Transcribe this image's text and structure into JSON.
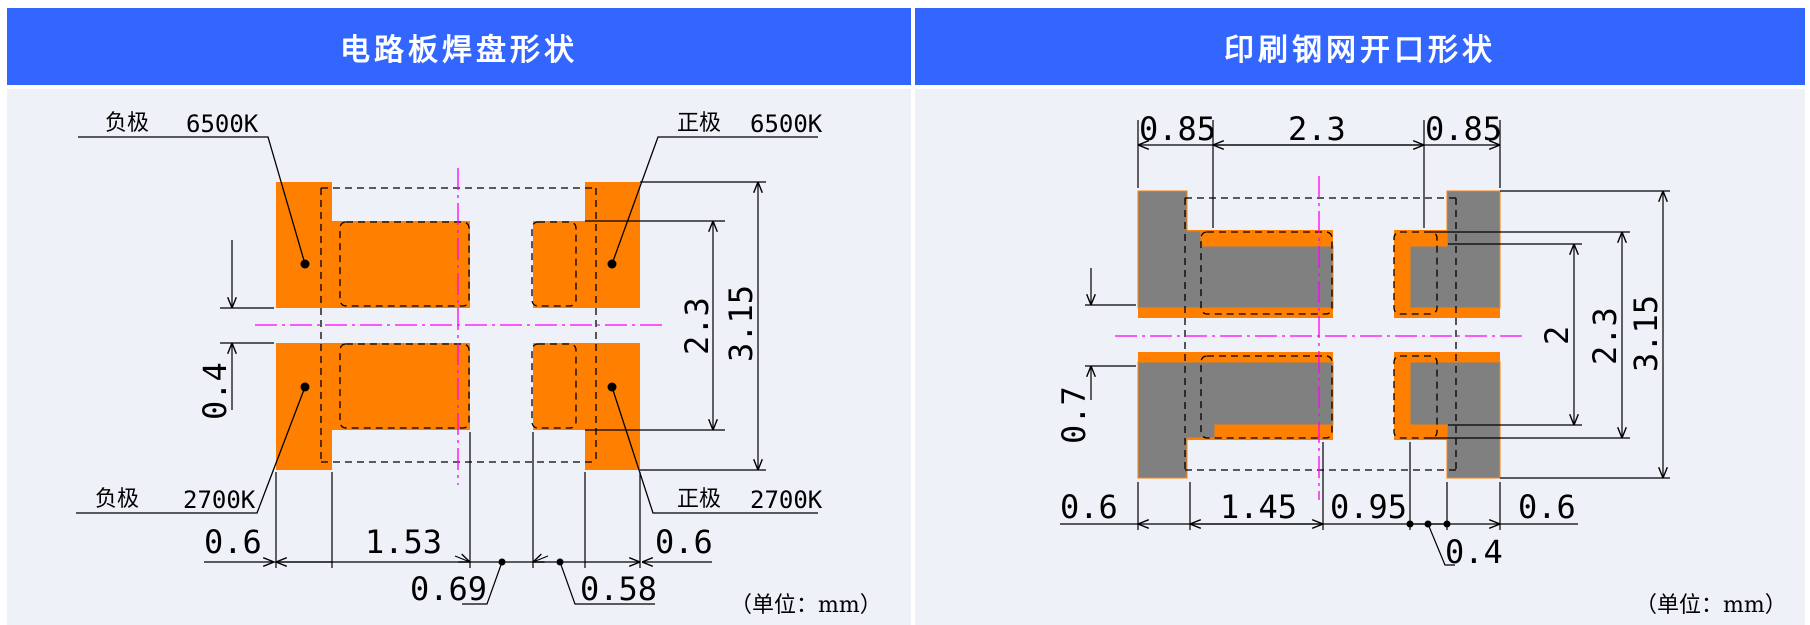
{
  "panels": {
    "left_title": "电路板焊盘形状",
    "right_title": "印刷钢网开口形状"
  },
  "colors": {
    "header_bg": "#3366ff",
    "body_bg": "#eef1f8",
    "pad_orange": "#ff8000",
    "stencil_gray": "#808080",
    "centerline_magenta": "#ff00ff"
  },
  "left": {
    "label_neg_top": "负极",
    "value_neg_top": "6500K",
    "label_pos_top": "正极",
    "value_pos_top": "6500K",
    "label_neg_bottom": "负极",
    "value_neg_bottom": "2700K",
    "label_pos_bottom": "正极",
    "value_pos_bottom": "2700K",
    "dim_0_6_left": "0.6",
    "dim_1_53": "1.53",
    "dim_0_6_right": "0.6",
    "dim_0_69": "0.69",
    "dim_0_58": "0.58",
    "dim_0_4": "0.4",
    "dim_2_3": "2.3",
    "dim_3_15": "3.15",
    "unit": "（单位：mm）"
  },
  "right": {
    "dim_0_85_left": "0.85",
    "dim_2_3_top": "2.3",
    "dim_0_85_right": "0.85",
    "dim_0_7": "0.7",
    "dim_0_6_left": "0.6",
    "dim_1_45": "1.45",
    "dim_0_95": "0.95",
    "dim_0_6_right": "0.6",
    "dim_0_4": "0.4",
    "dim_2": "2",
    "dim_2_3": "2.3",
    "dim_3_15": "3.15",
    "unit": "（单位：mm）"
  }
}
